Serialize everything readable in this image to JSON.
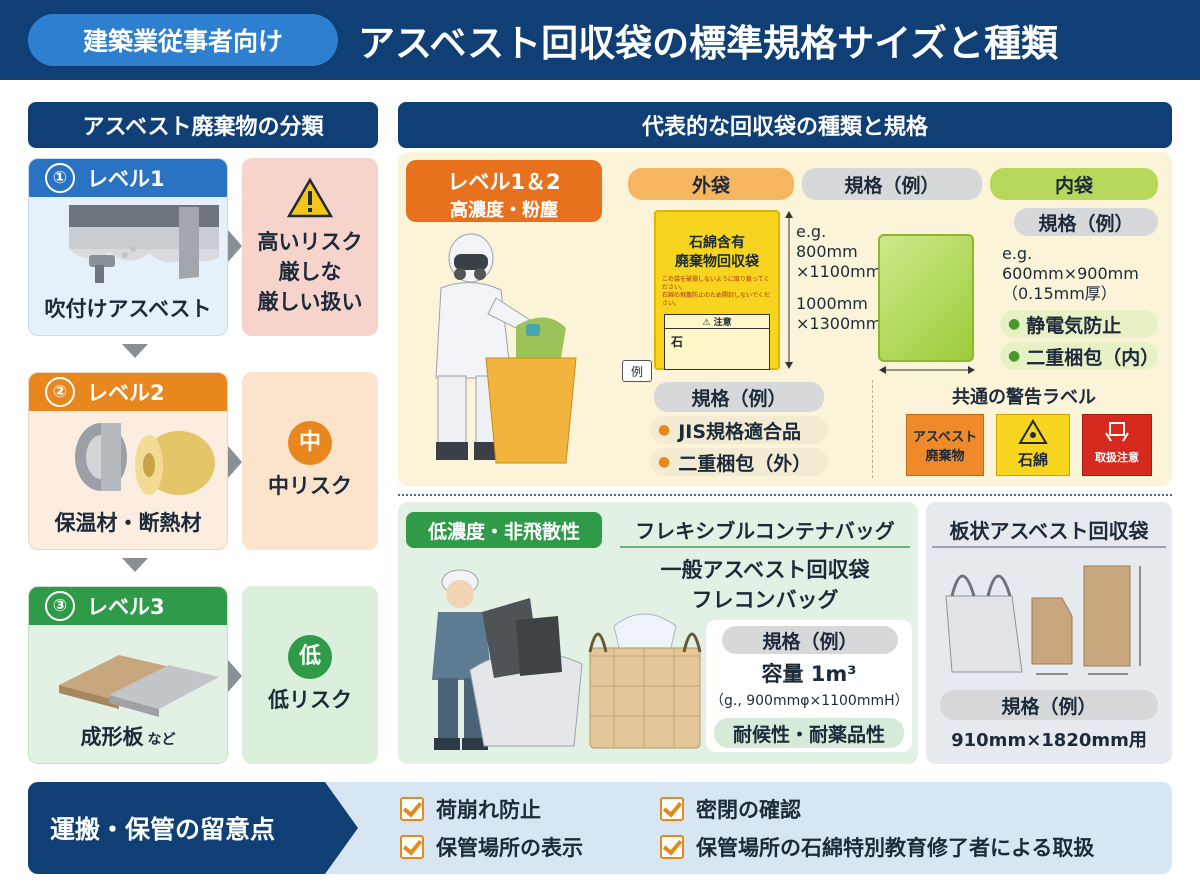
{
  "header": {
    "audience": "建築業従事者向け",
    "title": "アスベスト回収袋の標準規格サイズと種類"
  },
  "left": {
    "title": "アスベスト廃棄物の分類",
    "levels": [
      {
        "num": "①",
        "label": "レベル1",
        "caption": "吹付けアスベスト",
        "caption_suffix": "",
        "risk_lines": [
          "高いリスク",
          "厳しな",
          "厳しい扱い"
        ],
        "risk_mark": ""
      },
      {
        "num": "②",
        "label": "レベル2",
        "caption": "保温材・断熱材",
        "caption_suffix": "",
        "risk_lines": [
          "中リスク"
        ],
        "risk_mark": "中"
      },
      {
        "num": "③",
        "label": "レベル3",
        "caption": "成形板",
        "caption_suffix": "など",
        "risk_lines": [
          "低リスク"
        ],
        "risk_mark": "低"
      }
    ]
  },
  "right": {
    "title": "代表的な回収袋の種類と規格",
    "high": {
      "tag_line1": "レベル1＆2",
      "tag_line2": "高濃度・粉塵",
      "outer_label": "外袋",
      "spec_label": "規格（例）",
      "inner_label": "内袋",
      "bag_text_1": "石綿含有",
      "bag_text_2": "廃棄物回収袋",
      "bag_small_1": "この袋を破損しないように取り扱ってください。",
      "bag_small_2": "石綿の飛散防止のため開封しないでください。",
      "bag_warn_head": "⚠ 注意",
      "bag_mark": "石",
      "ex_mark": "例",
      "outer_dims": [
        "e.g.",
        "800mm",
        "×1100mm",
        "1000mm",
        "×1300mm"
      ],
      "outer_spec": "規格（例）",
      "outer_items": [
        "JIS規格適合品",
        "二重梱包（外）"
      ],
      "inner_spec": "規格（例）",
      "inner_dims": [
        "e.g.",
        "600mm×900mm",
        "（0.15mm厚）"
      ],
      "inner_items": [
        "静電気防止",
        "二重梱包（内）"
      ],
      "labels_title": "共通の警告ラベル",
      "labels": [
        "アスベスト 廃棄物",
        "石綿",
        "取扱注意"
      ]
    },
    "low": {
      "tag": "低濃度・非飛散性",
      "flex_title": "フレキシブルコンテナバッグ",
      "flex_sub1": "一般アスベスト回収袋",
      "flex_sub2": "フレコンバッグ",
      "flex_spec": "規格（例）",
      "flex_capacity": "容量 1m³",
      "flex_dims": "（g., 900mmφ×1100mmH）",
      "flex_feature": "耐候性・耐薬品性",
      "board_title": "板状アスベスト回収袋",
      "board_spec": "規格（例）",
      "board_dims": "910mm×1820mm用"
    }
  },
  "footer": {
    "title": "運搬・保管の留意点",
    "checks": [
      "荷崩れ防止",
      "密閉の確認",
      "保管場所の表示",
      "保管場所の石綿特別教育修了者による取扱"
    ]
  }
}
